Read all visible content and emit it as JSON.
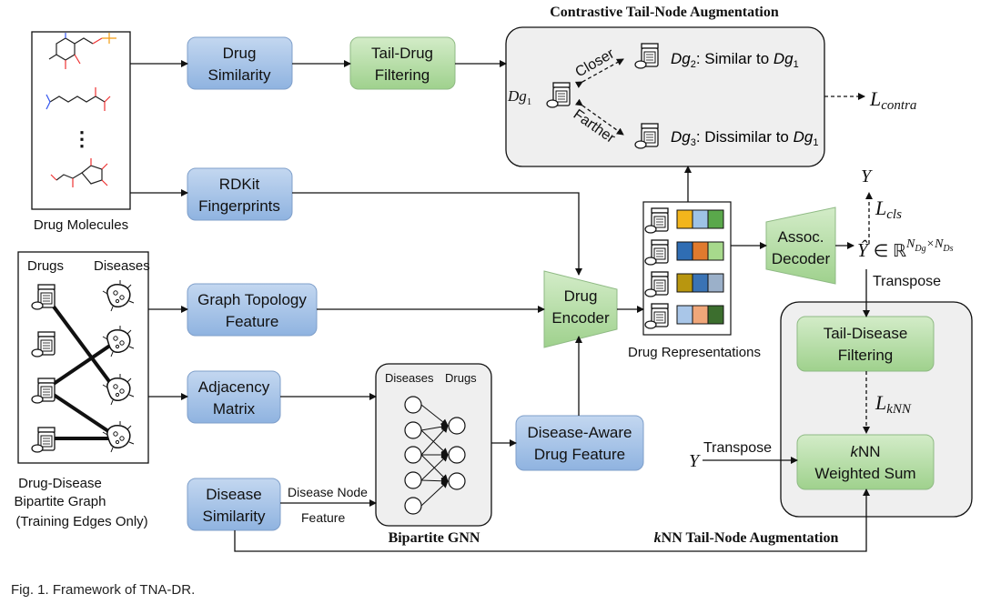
{
  "titles": {
    "contrastive": "Contrastive Tail-Node Augmentation",
    "bipartite_gnn": "Bipartite GNN",
    "knn_aug_k": "k",
    "knn_aug_rest": "NN Tail-Node Augmentation"
  },
  "left": {
    "drug_molecules": "Drug Molecules",
    "ellipsis": "⋮",
    "drugs_header": "Drugs",
    "diseases_header": "Diseases",
    "bipartite_caption": [
      "Drug-Disease",
      "Bipartite Graph",
      "(Training Edges Only)"
    ]
  },
  "boxes": {
    "drug_similarity": [
      "Drug",
      "Similarity"
    ],
    "tail_drug_filtering": [
      "Tail-Drug",
      "Filtering"
    ],
    "rdkit": [
      "RDKit",
      "Fingerprints"
    ],
    "graph_topology": [
      "Graph Topology",
      "Feature"
    ],
    "adjacency": [
      "Adjacency",
      "Matrix"
    ],
    "disease_similarity": [
      "Disease",
      "Similarity"
    ],
    "disease_aware": [
      "Disease-Aware",
      "Drug Feature"
    ],
    "drug_encoder": [
      "Drug",
      "Encoder"
    ],
    "assoc_decoder": [
      "Assoc.",
      "Decoder"
    ],
    "tail_disease_filtering": [
      "Tail-Disease",
      "Filtering"
    ],
    "knn_k": "k",
    "knn_rest": "NN",
    "knn_line2": "Weighted Sum"
  },
  "labels": {
    "disease_node": "Disease Node",
    "feature": "Feature",
    "gnn_diseases": "Diseases",
    "gnn_drugs": "Drugs",
    "drug_representations": "Drug Representations",
    "closer": "Closer",
    "farther": "Farther",
    "dg": "Dg",
    "sub1": "1",
    "sub2": "2",
    "sub3": "3",
    "similar": ": Similar to ",
    "dissimilar": ": Dissimilar to ",
    "transpose_top": "Transpose",
    "transpose_bottom": "Transpose",
    "L": "L",
    "contra": "contra",
    "cls": "cls",
    "knn_loss": "kNN",
    "Y": "Y",
    "yhat": "Ŷ",
    "in_R": "∈ ℝ",
    "sup_a": "N",
    "sup_a_sub": "Dg",
    "sup_times": "×N",
    "sup_b_sub": "Ds"
  },
  "colors": {
    "blue_top": "#c3d7f0",
    "blue_bottom": "#8fb3e0",
    "green_top": "#d3ecc8",
    "green_bottom": "#9fd18d",
    "panel": "#efefef",
    "rep_row1": [
      "#f2b51c",
      "#9ec3e6",
      "#5aa84b"
    ],
    "rep_row2": [
      "#2f6db3",
      "#e07a2e",
      "#a7d98c"
    ],
    "rep_row3": [
      "#b8960f",
      "#3a73b5",
      "#9bb0c9"
    ],
    "rep_row4": [
      "#a9c6e8",
      "#f0a77a",
      "#3c6e2e"
    ]
  },
  "caption": "Fig. 1. Framework of TNA-DR."
}
